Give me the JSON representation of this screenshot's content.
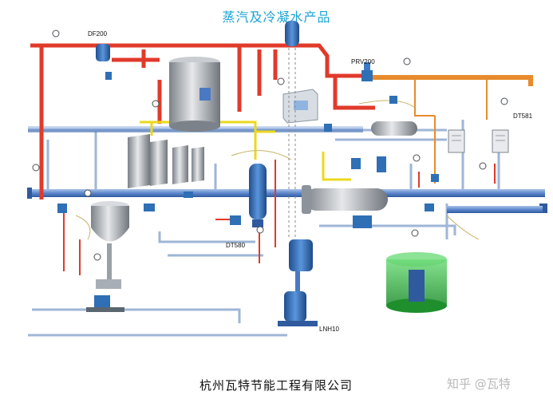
{
  "title": "蒸汽及冷凝水产品",
  "labels": {
    "df200": "DF200",
    "prv200": "PRV200",
    "dt581": "DT581",
    "dt580": "DT580",
    "lnh10": "LNH10"
  },
  "footer": {
    "company": "杭州瓦特节能工程有限公司",
    "watermark": "知乎 @瓦特"
  },
  "colors": {
    "steam_pipe": "#e03a2b",
    "condensate_pipe": "#8aa7cc",
    "main_pipe": "#4a79c2",
    "low_pressure_pipe": "#e88b2c",
    "signal_line": "#f0e020",
    "vessel": "#9aa0a6",
    "pump_blue": "#2f6fb5",
    "tank_green": "#3ab84a"
  }
}
